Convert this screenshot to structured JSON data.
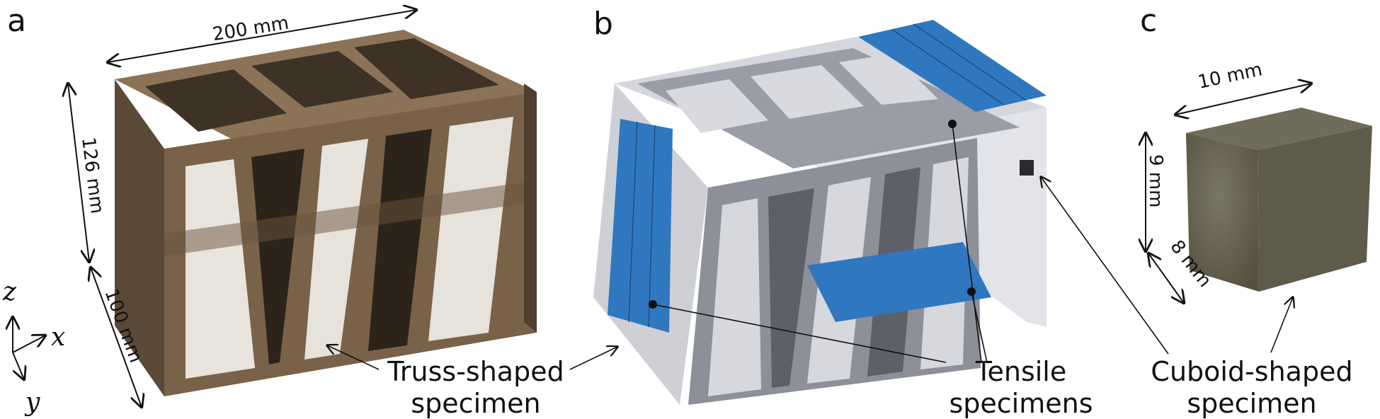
{
  "panels": {
    "a": {
      "letter": "a",
      "dim_length": "200 mm",
      "dim_height": "126 mm",
      "dim_depth": "100 mm",
      "axes": {
        "z": "z",
        "x": "x",
        "y": "y"
      }
    },
    "b": {
      "letter": "b"
    },
    "c": {
      "letter": "c",
      "dim_width": "10 mm",
      "dim_height": "9 mm",
      "dim_depth": "8 mm"
    }
  },
  "callouts": {
    "truss_line1": "Truss-shaped",
    "truss_line2": "specimen",
    "tensile_line1": "Tensile",
    "tensile_line2": "specimens",
    "cuboid_line1": "Cuboid-shaped",
    "cuboid_line2": "specimen"
  },
  "colors": {
    "bronze": "#7a6248",
    "bronze_dark": "#4f3f2e",
    "bronze_light": "#9a8266",
    "cad_gray": "#8e9099",
    "cad_gray_dark": "#5e6068",
    "cad_gray_light": "#b9bbc4",
    "tensile_blue": "#2f78c0",
    "cuboid": "#6a6656"
  }
}
